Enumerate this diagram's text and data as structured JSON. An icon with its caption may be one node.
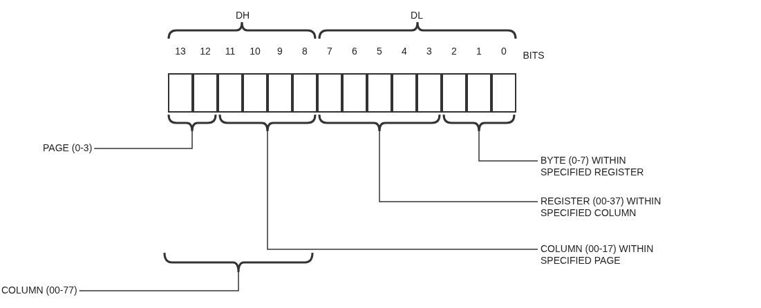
{
  "diagram": {
    "nodes": [
      {
        "text": [
          "PAGE (0-3)"
        ]
      },
      {
        "text": [],
        "shape": "brace"
      },
      {
        "text": [],
        "shape": "brace"
      },
      {
        "text": [],
        "shape": "brace"
      },
      {
        "text": [],
        "shape": "brace"
      },
      {
        "text": [
          "BYTE (0-7) WITHIN SPECIFIED REGISTER"
        ]
      },
      {
        "text": [
          "REGISTER (00-37) WITHIN SPECIFIED COLUMN"
        ]
      },
      {
        "text": [
          "COLUMN (00-17) WITHIN SPECIFIED PAGE"
        ]
      },
      {
        "text": [],
        "shape": "brace"
      },
      {
        "text": [
          "COLUMN (00-77)"
        ]
      }
    ],
    "edges": [
      {
        "from": 0,
        "to": 1,
        "arrow": "none"
      },
      {
        "from": 5,
        "to": 4,
        "arrow": "none"
      },
      {
        "from": 6,
        "to": 3,
        "arrow": "none"
      },
      {
        "from": 7,
        "to": 2,
        "arrow": "none"
      },
      {
        "from": 9,
        "to": 8,
        "arrow": "none"
      }
    ],
    "labels": [
      "DH",
      "DL",
      "13",
      "12",
      "11",
      "10",
      "9",
      "8",
      "7",
      "6",
      "5",
      "4",
      "3",
      "2",
      "1",
      "0",
      "BITS"
    ]
  }
}
